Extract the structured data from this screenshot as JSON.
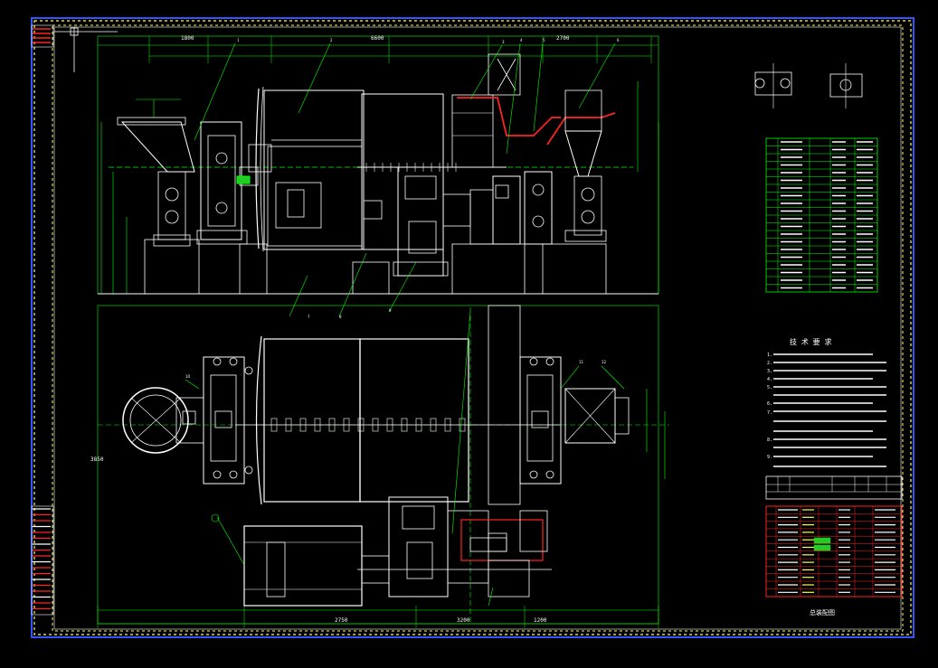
{
  "colors": {
    "background": "#000000",
    "drawing": "#ffffff",
    "dimension": "#00ff00",
    "frame_outer": "#3355ff",
    "frame_dash": "#ffff55",
    "highlight": "#ff2222",
    "table_green": "#22cc22"
  },
  "icons": {
    "crosshair": "crosshair-cursor-icon",
    "ucs": "ucs-axis-icon"
  },
  "notes": {
    "header": "技 术 要 求",
    "items": [
      "1.",
      "2.",
      "3.",
      "4.",
      "5.",
      "6.",
      "7.",
      "8.",
      "9."
    ]
  },
  "dims": {
    "top_overall": "6600",
    "top_left": "1800",
    "top_right": "2700",
    "plan_height": "3850",
    "plan_bottom_left": "2750",
    "plan_bottom_mid": "3200",
    "plan_bottom_right": "1200"
  },
  "title_block": {
    "caption": "总装配图"
  },
  "balloons": [
    "1",
    "2",
    "3",
    "4",
    "5",
    "6",
    "7",
    "8",
    "9",
    "10",
    "11",
    "12"
  ]
}
